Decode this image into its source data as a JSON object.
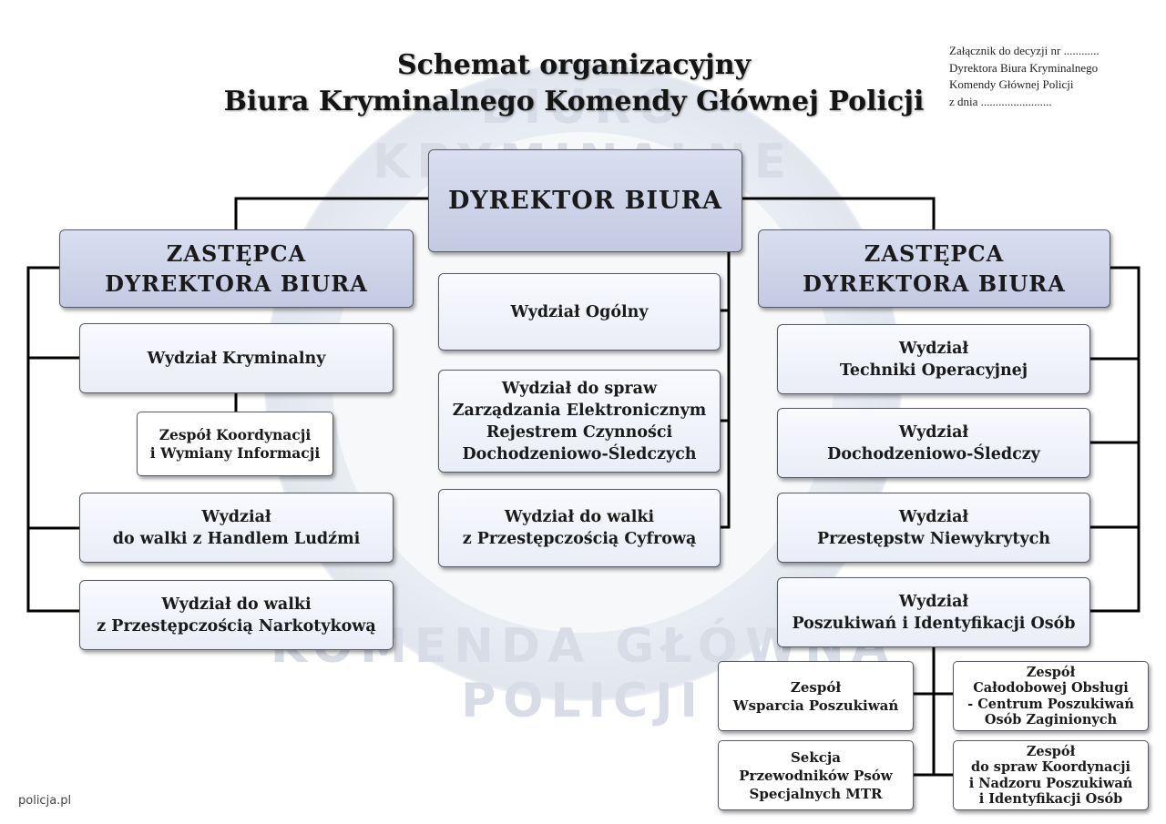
{
  "title": {
    "line1": "Schemat organizacyjny",
    "line2": "Biura Kryminalnego Komendy Głównej Policji"
  },
  "annex": [
    "Załącznik do decyzji nr ............",
    "Dyrektora Biura Kryminalnego",
    "Komendy Głównej Policji",
    "z dnia ........................"
  ],
  "watermark": {
    "top_text": "BIURO KRYMINALNE",
    "bottom_text": "KOMENDA GŁÓWNA POLICJI"
  },
  "units": {
    "director": [
      "DYREKTOR BIURA"
    ],
    "deputy_left": [
      "ZASTĘPCA",
      "DYREKTORA BIURA"
    ],
    "deputy_right": [
      "ZASTĘPCA",
      "DYREKTORA BIURA"
    ],
    "general": [
      "Wydział Ogólny"
    ],
    "electronic_register": [
      "Wydział do spraw",
      "Zarządzania Elektronicznym",
      "Rejestrem Czynności",
      "Dochodzeniowo-Śledczych"
    ],
    "cybercrime": [
      "Wydział do walki",
      "z Przestępczością Cyfrową"
    ],
    "criminal": [
      "Wydział Kryminalny"
    ],
    "coordination_team": [
      "Zespół Koordynacji",
      "i Wymiany Informacji"
    ],
    "human_trafficking": [
      "Wydział",
      "do walki z Handlem Ludźmi"
    ],
    "narcotics": [
      "Wydział do walki",
      "z Przestępczością Narkotykową"
    ],
    "operational_technique": [
      "Wydział",
      "Techniki Operacyjnej"
    ],
    "investigation": [
      "Wydział",
      "Dochodzeniowo-Śledczy"
    ],
    "undetected_crimes": [
      "Wydział",
      "Przestępstw Niewykrytych"
    ],
    "search_identification": [
      "Wydział",
      "Poszukiwań i Identyfikacji Osób"
    ],
    "search_support_team": [
      "Zespół",
      "Wsparcia Poszukiwań"
    ],
    "missing_persons_center": [
      "Zespół",
      "Całodobowej Obsługi",
      "- Centrum Poszukiwań",
      "Osób Zaginionych"
    ],
    "dog_handlers_section": [
      "Sekcja",
      "Przewodników Psów",
      "Specjalnych MTR"
    ],
    "search_coordination_team": [
      "Zespół",
      "do spraw Koordynacji",
      "i Nadzoru Poszukiwań",
      "i Identyfikacji Osób"
    ]
  },
  "credit": "policja.pl",
  "colors": {
    "head_fill": "#c8cfe6",
    "dept_fill": "#eef0f8",
    "team_fill": "#ffffff",
    "line": "#000000"
  }
}
